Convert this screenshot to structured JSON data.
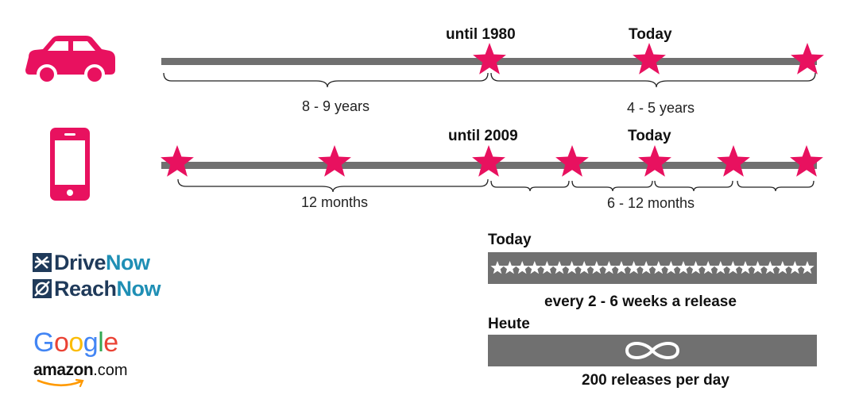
{
  "colors": {
    "accent": "#e8115f",
    "track": "#707070",
    "logo_dark": "#1f3a5a",
    "logo_teal": "#1f8fb5"
  },
  "icons": {
    "car": "car-icon",
    "phone": "smartphone-icon",
    "star": "star-icon",
    "infinity": "infinity-icon"
  },
  "car_timeline": {
    "label_past": "until 1980",
    "label_today": "Today",
    "span_1": "8 - 9 years",
    "span_2": "4 - 5 years"
  },
  "phone_timeline": {
    "label_past": "until 2009",
    "label_today": "Today",
    "span_1": "12 months",
    "span_2": "6 - 12 months"
  },
  "logos": {
    "drivenow_a": "Drive",
    "drivenow_b": "Now",
    "reachnow_a": "Reach",
    "reachnow_b": "Now",
    "google": [
      "G",
      "o",
      "o",
      "g",
      "l",
      "e"
    ],
    "amazon_a": "amazon",
    "amazon_b": ".com"
  },
  "release_today": {
    "heading": "Today",
    "caption": "every 2 - 6 weeks a release",
    "stars": 26
  },
  "release_heute": {
    "heading": "Heute",
    "caption": "200 releases per day"
  }
}
